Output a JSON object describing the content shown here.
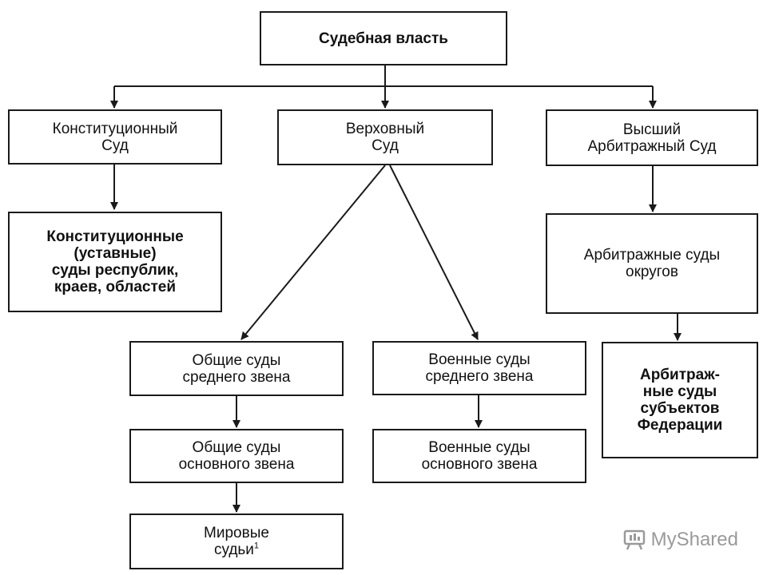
{
  "nodes": {
    "judicial_power": "Судебная власть",
    "constitutional_court": "Конституционный\nСуд",
    "supreme_court": "Верховный\nСуд",
    "higher_arbitration_court": "Высший\nАрбитражный Суд",
    "regional_constitutional_courts": "Конституционные\n(уставные)\nсуды республик,\nкраев, областей",
    "district_arbitration_courts": "Арбитражные суды\nокругов",
    "general_courts_middle": "Общие суды\nсреднего звена",
    "military_courts_middle": "Военные суды\nсреднего звена",
    "subject_arbitration_courts": "Арбитраж-\nные суды\nсубъектов\nФедерации",
    "general_courts_basic": "Общие суды\nосновного звена",
    "military_courts_basic": "Военные суды\nосновного звена",
    "justices_of_peace": "Мировые\nсудьи",
    "justices_of_peace_footnote": "1"
  },
  "watermark": {
    "text": "MyShared",
    "icon": "presentation-board-icon"
  },
  "colors": {
    "stroke": "#1a1a1a",
    "watermark": "#9a9a9a"
  }
}
